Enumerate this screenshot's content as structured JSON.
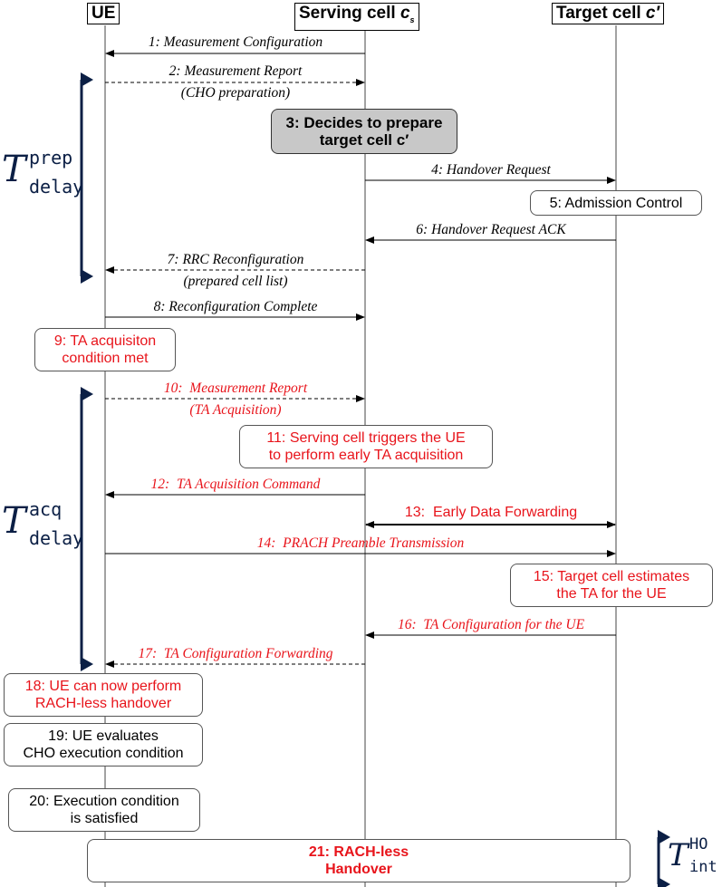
{
  "headers": {
    "ue": "UE",
    "serving": "Serving cell ",
    "serving_var": "c",
    "serving_sub": "s",
    "target": "Target cell ",
    "target_var": "c′"
  },
  "messages": [
    {
      "num": "1:",
      "text": "Measurement Configuration"
    },
    {
      "num": "2:",
      "text": "Measurement Report",
      "text2": "(CHO preparation)"
    },
    {
      "num": "4:",
      "text": "Handover Request"
    },
    {
      "num": "6:",
      "text": "Handover Request ACK"
    },
    {
      "num": "7:",
      "text": "RRC Reconfiguration",
      "text2": "(prepared cell list)"
    },
    {
      "num": "8:",
      "text": "Reconfiguration Complete"
    },
    {
      "num": "10:",
      "text": "Measurement Report",
      "text2": "(TA Acquisition)"
    },
    {
      "num": "12:",
      "text": "TA Acquisition Command"
    },
    {
      "num": "13:",
      "text": "Early Data Forwarding"
    },
    {
      "num": "14:",
      "text": "PRACH Preamble Transmission"
    },
    {
      "num": "16:",
      "text": "TA Configuration for the UE"
    },
    {
      "num": "17:",
      "text": "TA Configuration Forwarding"
    }
  ],
  "boxes": {
    "b3": {
      "line1": "3: Decides to prepare",
      "line2": "target cell c′"
    },
    "b5": {
      "line1": "5: Admission Control"
    },
    "b9": {
      "line1": "9:  TA acquisiton",
      "line2": "condition met"
    },
    "b11": {
      "line1": "11:  Serving cell triggers the UE",
      "line2": "to perform early TA acquisition"
    },
    "b15": {
      "line1": "15:  Target cell estimates",
      "line2": "the TA for the UE"
    },
    "b18": {
      "line1": "18:  UE can now perform",
      "line2": "RACH-less handover"
    },
    "b19": {
      "line1": "19: UE evaluates",
      "line2": "CHO execution condition"
    },
    "b20": {
      "line1": "20: Execution condition",
      "line2": "is satisfied"
    },
    "b21": {
      "line1": "21:  RACH-less",
      "line2": "Handover"
    }
  },
  "delays": {
    "prep": {
      "T": "T",
      "sup": "prep",
      "sub": "delay"
    },
    "acq": {
      "T": "T",
      "sup": "acq",
      "sub": "delay"
    },
    "ho": {
      "T": "T",
      "sup": "HO",
      "sub": "int"
    }
  },
  "colors": {
    "red": "#e8141b",
    "navy": "#0b1f45",
    "grey_box": "#c8c8c8"
  }
}
